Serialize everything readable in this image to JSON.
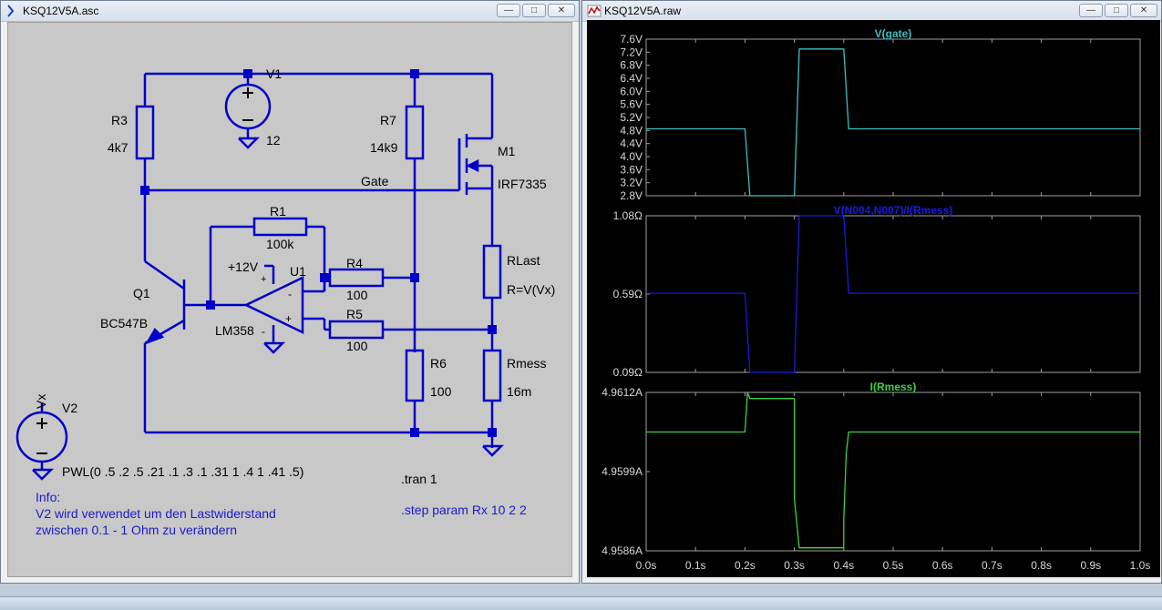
{
  "left_window": {
    "title": "KSQ12V5A.asc",
    "components": {
      "r3": {
        "name": "R3",
        "value": "4k7"
      },
      "v1": {
        "name": "V1",
        "value": "12"
      },
      "r7": {
        "name": "R7",
        "value": "14k9"
      },
      "m1": {
        "name": "M1",
        "value": "IRF7335"
      },
      "gate_label": "Gate",
      "r1": {
        "name": "R1",
        "value": "100k"
      },
      "u1": {
        "name": "U1",
        "value": "LM358",
        "supply": "+12V",
        "plus": "+",
        "minus": "-"
      },
      "r4": {
        "name": "R4",
        "value": "100"
      },
      "r5": {
        "name": "R5",
        "value": "100"
      },
      "q1": {
        "name": "Q1",
        "value": "BC547B"
      },
      "rlast": {
        "name": "RLast",
        "value": "R=V(Vx)"
      },
      "r6": {
        "name": "R6",
        "value": "100"
      },
      "rmess": {
        "name": "Rmess",
        "value": "16m"
      },
      "v2": {
        "name": "V2",
        "net": "Vx",
        "value": "PWL(0 .5 .2 .5 .21 .1 .3 .1 .31 1 .4 1 .41 .5)"
      }
    },
    "directives": {
      "tran": ".tran 1",
      "step": ".step param Rx 10 2 2"
    },
    "info": {
      "line1": "Info:",
      "line2": "V2 wird verwendet um den Lastwiderstand",
      "line3": "zwischen 0.1 - 1 Ohm zu verändern"
    }
  },
  "right_window": {
    "title": "KSQ12V5A.raw",
    "x_ticks": [
      "0.0s",
      "0.1s",
      "0.2s",
      "0.3s",
      "0.4s",
      "0.5s",
      "0.6s",
      "0.7s",
      "0.8s",
      "0.9s",
      "1.0s"
    ],
    "panes": [
      {
        "trace": "V(gate)",
        "color": "#3fbfbf",
        "ticks": [
          "7.6V",
          "7.2V",
          "6.8V",
          "6.4V",
          "6.0V",
          "5.6V",
          "5.2V",
          "4.8V",
          "4.4V",
          "4.0V",
          "3.6V",
          "3.2V",
          "2.8V"
        ]
      },
      {
        "trace": "V(N004,N007)/I(Rmess)",
        "color": "#1a1ae0",
        "ticks": [
          "1.08Ω",
          "0.59Ω",
          "0.09Ω"
        ]
      },
      {
        "trace": "I(Rmess)",
        "color": "#3fd23f",
        "ticks": [
          "4.9612A",
          "4.9599A",
          "4.9586A"
        ]
      }
    ]
  },
  "chart_data": [
    {
      "type": "line",
      "title": "V(gate)",
      "xlim": [
        0,
        1.0
      ],
      "ylim": [
        2.8,
        7.6
      ],
      "series": [
        {
          "name": "V(gate)",
          "x": [
            0,
            0.2,
            0.21,
            0.3,
            0.31,
            0.4,
            0.41,
            1.0
          ],
          "values": [
            4.85,
            4.85,
            2.8,
            2.8,
            7.3,
            7.3,
            4.85,
            4.85
          ]
        }
      ]
    },
    {
      "type": "line",
      "title": "V(N004,N007)/I(Rmess)",
      "xlim": [
        0,
        1.0
      ],
      "ylim": [
        0.09,
        1.08
      ],
      "series": [
        {
          "name": "V(N004,N007)/I(Rmess)",
          "x": [
            0,
            0.2,
            0.21,
            0.3,
            0.31,
            0.4,
            0.41,
            1.0
          ],
          "values": [
            0.59,
            0.59,
            0.09,
            0.09,
            1.08,
            1.08,
            0.59,
            0.59
          ]
        }
      ]
    },
    {
      "type": "line",
      "title": "I(Rmess)",
      "xlim": [
        0,
        1.0
      ],
      "ylim": [
        4.9586,
        4.9612
      ],
      "series": [
        {
          "name": "I(Rmess)",
          "x": [
            0,
            0.2,
            0.205,
            0.21,
            0.3,
            0.3,
            0.31,
            0.4,
            0.4,
            0.405,
            0.41,
            1.0
          ],
          "values": [
            4.96055,
            4.96055,
            4.9612,
            4.9611,
            4.9611,
            4.95945,
            4.95865,
            4.95865,
            4.9591,
            4.9602,
            4.96055,
            4.96055
          ]
        }
      ]
    }
  ]
}
